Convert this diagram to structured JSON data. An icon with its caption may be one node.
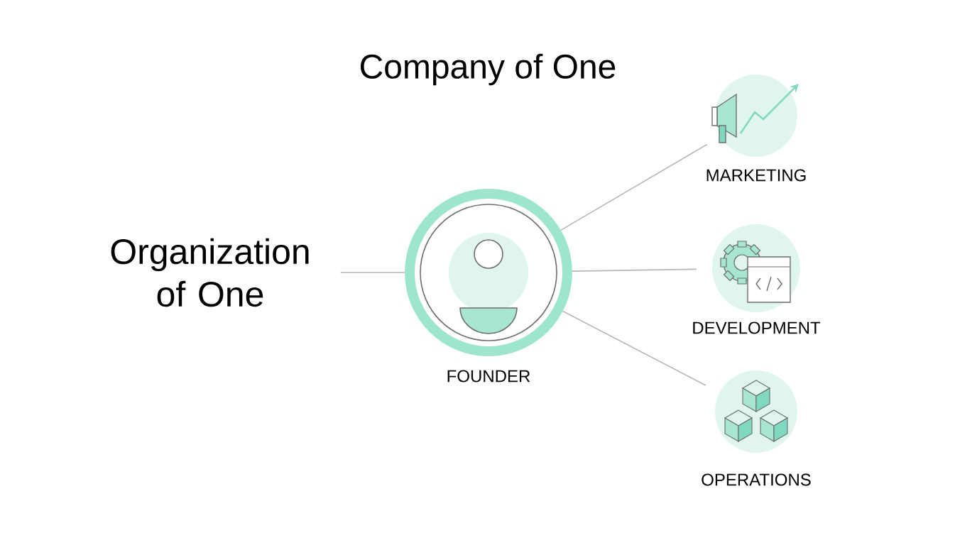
{
  "diagram": {
    "title": "Company of One",
    "nodes": [
      {
        "text": [
          "Organization of One"
        ]
      },
      {
        "text": [
          "FOUNDER"
        ]
      },
      {
        "text": [
          "MARKETING"
        ]
      },
      {
        "text": [
          "DEVELOPMENT"
        ]
      },
      {
        "text": [
          "OPERATIONS"
        ]
      }
    ],
    "edges": [
      {
        "from": 0,
        "to": 1,
        "arrow": "none"
      },
      {
        "from": 1,
        "to": 2,
        "arrow": "none"
      },
      {
        "from": 1,
        "to": 3,
        "arrow": "none"
      },
      {
        "from": 1,
        "to": 4,
        "arrow": "none"
      }
    ]
  }
}
